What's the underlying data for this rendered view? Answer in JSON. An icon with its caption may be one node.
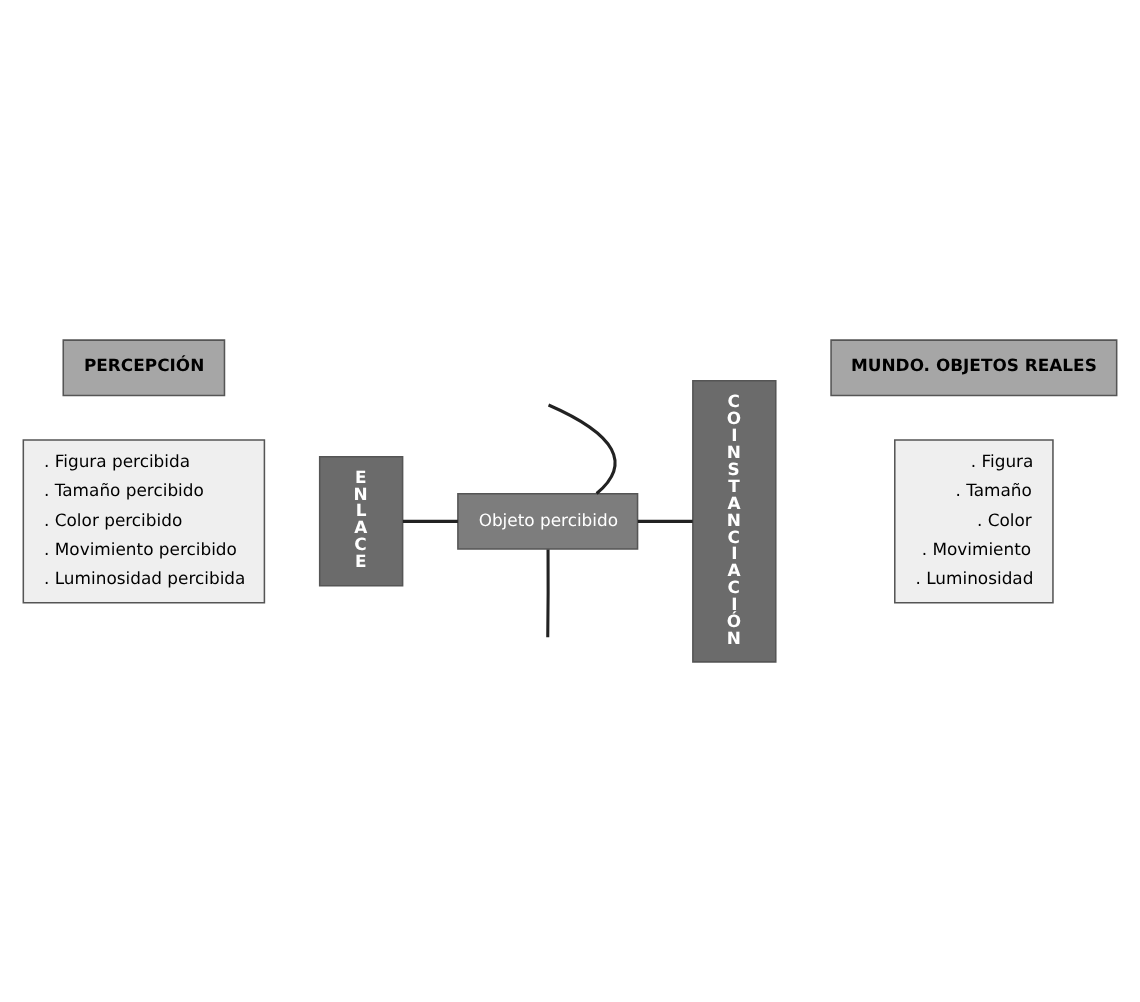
{
  "diagram": {
    "nodes": [
      {
        "text": [
          "PERCEPCIÓN"
        ]
      },
      {
        "text": [
          "MUNDO. OBJETOS REALES"
        ]
      },
      {
        "text": [
          ". Figura percibida",
          ". Tamaño percibido",
          ". Color percibido",
          ". Movimiento percibido",
          ". Luminosidad percibida"
        ]
      },
      {
        "text": [
          "ENLACE"
        ]
      },
      {
        "text": [
          "Objeto percibido"
        ]
      },
      {
        "text": [
          "COINSTANCIACIÓN"
        ]
      },
      {
        "text": [
          ". Figura",
          ". Tamaño",
          ". Color",
          ". Movimiento",
          ". Luminosidad"
        ]
      }
    ],
    "edges": [
      {
        "from": 3,
        "to": 4,
        "arrow": "none"
      },
      {
        "from": 4,
        "to": 5,
        "arrow": "none"
      },
      {
        "from": null,
        "to": 4,
        "arrow": "none"
      },
      {
        "from": 4,
        "to": null,
        "arrow": "none"
      }
    ]
  }
}
